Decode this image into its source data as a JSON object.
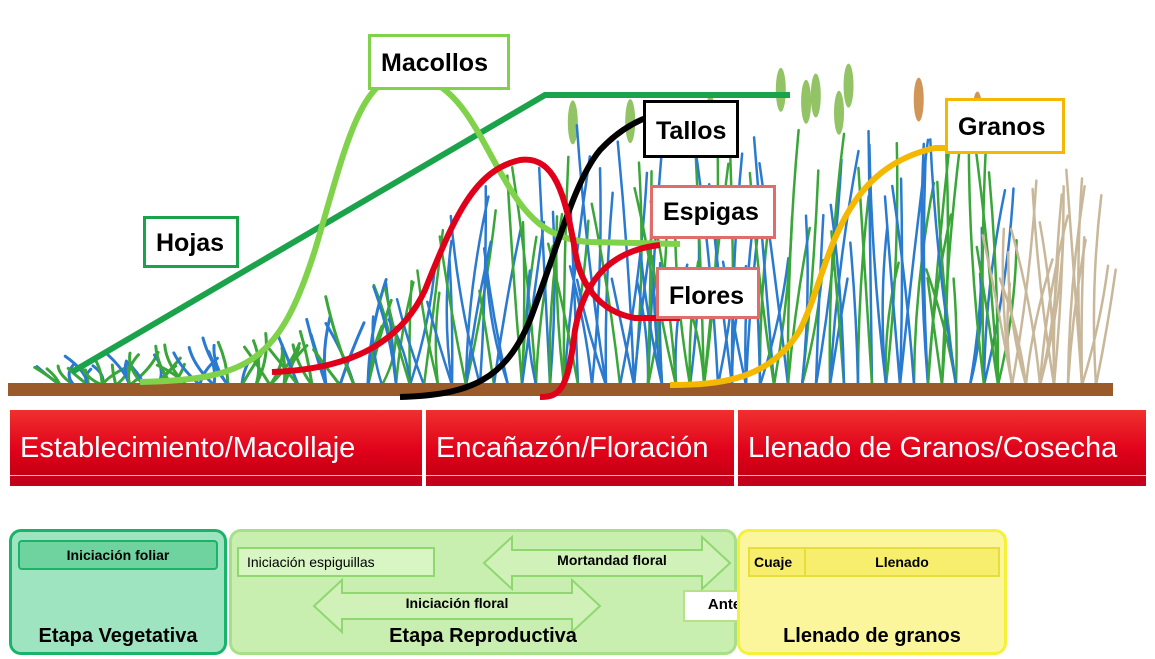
{
  "curve_labels": {
    "hojas": "Hojas",
    "macollos": "Macollos",
    "tallos": "Tallos",
    "espigas": "Espigas",
    "flores": "Flores",
    "granos": "Granos"
  },
  "stages": [
    "Establecimiento/Macollaje",
    "Encañazón/Floración",
    "Llenado de Granos/Cosecha"
  ],
  "phases": {
    "vegetativa": {
      "title": "Etapa Vegetativa",
      "sub": "Iniciación foliar"
    },
    "reproductiva": {
      "title": "Etapa Reproductiva",
      "iniciacion_espiguillas": "Iniciación espiguillas",
      "mortandad_floral": "Mortandad floral",
      "iniciacion_floral": "Iniciación floral",
      "antesis": "Antesis"
    },
    "llenado": {
      "title": "Llenado de granos",
      "cuaje": "Cuaje",
      "llenado": "Llenado"
    }
  },
  "colors": {
    "hojas": "#1aa34a",
    "macollos": "#7fd24a",
    "tallos": "#000000",
    "espigas": "#e0001a",
    "granos": "#f5b800",
    "plant_green": "#3aa63a",
    "plant_blue": "#2a7ad0",
    "soil": "#9b5a2a",
    "stage_red": "#e0001a",
    "vegetativa_fill": "#9fe4c0",
    "reproductiva_fill": "#c8efb0",
    "llenado_fill": "#fbf59c"
  }
}
